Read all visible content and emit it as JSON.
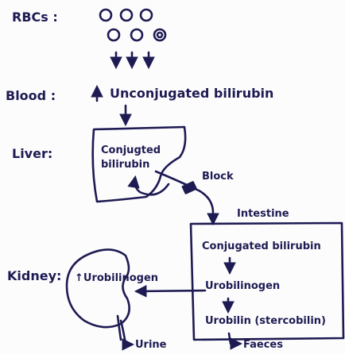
{
  "labels": {
    "rbcs": "RBCs :",
    "blood": "Blood :",
    "liver": "Liver:",
    "kidney": "Kidney:"
  },
  "nodes": {
    "unconjugated": "Unconjugated bilirubin",
    "conjugated_liver_line1": "Conjugted",
    "conjugated_liver_line2": "bilirubin",
    "block": "Block",
    "intestine": "Intestine",
    "conjugated_intestine": "Conjugated bilirubin",
    "urobilinogen": "Urobilinogen",
    "urobilin": "Urobilin (stercobilin)",
    "kidney_urobilinogen": "Urobilinogen",
    "urine": "Urine",
    "faeces": "Faeces"
  },
  "colors": {
    "ink": "#1d1b52",
    "paper": "#fdfcfd"
  }
}
